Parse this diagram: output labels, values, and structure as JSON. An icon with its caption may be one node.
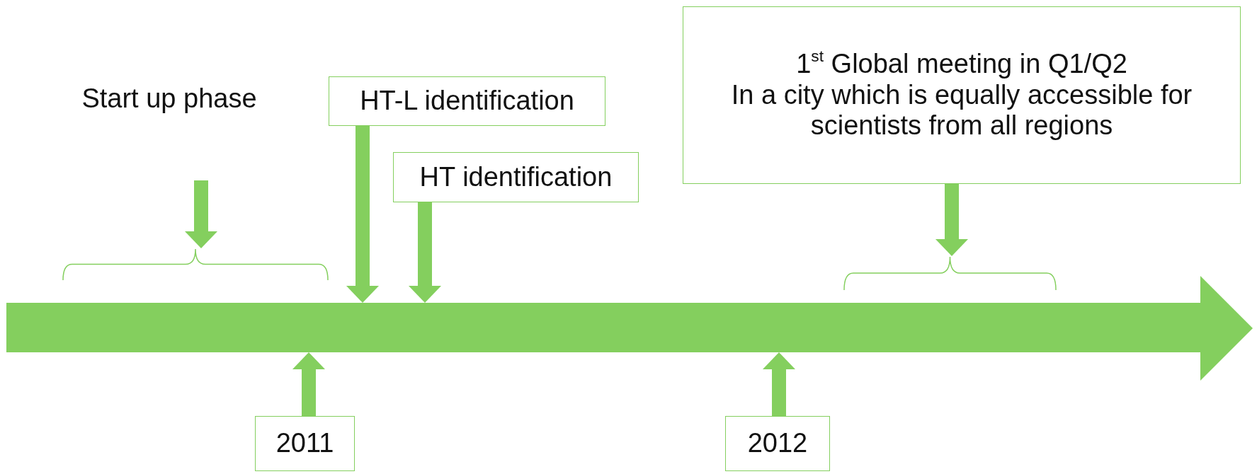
{
  "diagram": {
    "nodes": [
      {
        "text": [
          "Start up phase"
        ]
      },
      {
        "text": [],
        "shape": "bracket"
      },
      {
        "text": [
          "HT-L identification"
        ]
      },
      {
        "text": [
          "HT identification"
        ]
      },
      {
        "text": [
          "1$^{st}$ Global meeting in Q1/Q2",
          "In a city which is equally accessible for scientists from all regions"
        ]
      },
      {
        "text": [],
        "shape": "bracket"
      },
      {
        "text": [],
        "shape": "arrow"
      },
      {
        "text": [
          "2011"
        ]
      },
      {
        "text": [
          "2012"
        ]
      }
    ],
    "edges": [
      {
        "from": 0,
        "to": 1,
        "arrow": "to"
      },
      {
        "from": 2,
        "to": 6,
        "arrow": "to"
      },
      {
        "from": 3,
        "to": 6,
        "arrow": "to"
      },
      {
        "from": 4,
        "to": 5,
        "arrow": "to"
      },
      {
        "from": 7,
        "to": 6,
        "arrow": "to"
      },
      {
        "from": 8,
        "to": 6,
        "arrow": "to"
      }
    ]
  }
}
